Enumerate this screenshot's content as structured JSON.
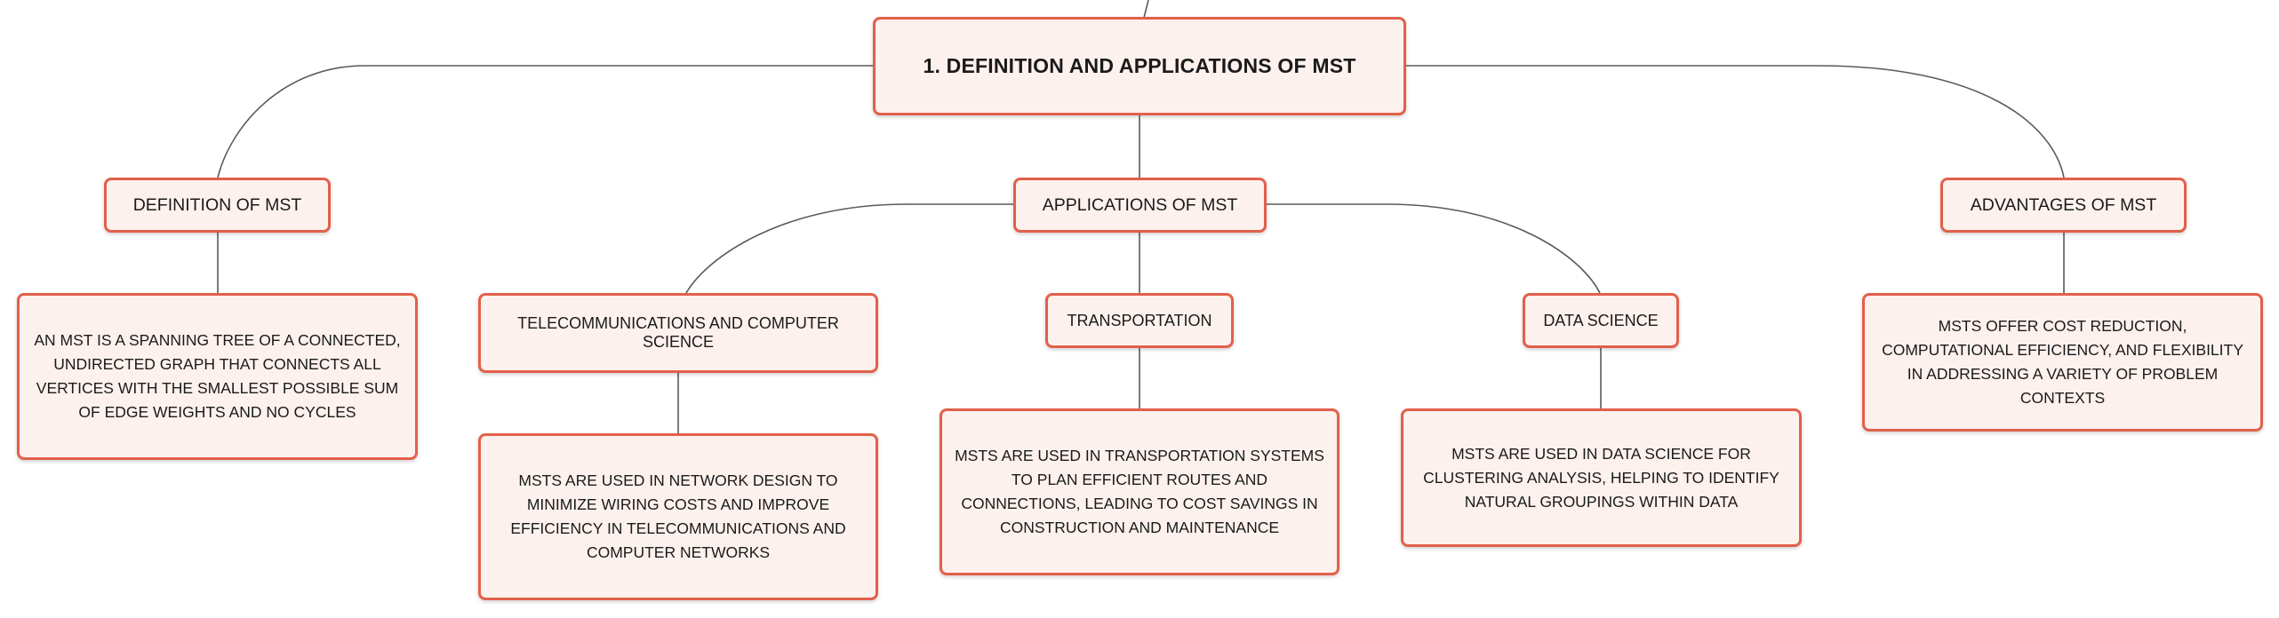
{
  "root": {
    "title": "1. DEFINITION AND APPLICATIONS OF MST"
  },
  "branches": {
    "definition": {
      "label": "DEFINITION OF MST",
      "description": "AN MST IS A SPANNING TREE OF A CONNECTED, UNDIRECTED GRAPH THAT CONNECTS ALL VERTICES WITH THE SMALLEST POSSIBLE SUM OF EDGE WEIGHTS AND NO CYCLES"
    },
    "applications": {
      "label": "APPLICATIONS OF MST",
      "children": {
        "telecom": {
          "label": "TELECOMMUNICATIONS AND COMPUTER SCIENCE",
          "description": "MSTS ARE USED IN NETWORK DESIGN TO MINIMIZE WIRING COSTS AND IMPROVE EFFICIENCY IN TELECOMMUNICATIONS AND COMPUTER NETWORKS"
        },
        "transportation": {
          "label": "TRANSPORTATION",
          "description": "MSTS ARE USED IN TRANSPORTATION SYSTEMS TO PLAN EFFICIENT ROUTES AND CONNECTIONS, LEADING TO COST SAVINGS IN CONSTRUCTION AND MAINTENANCE"
        },
        "data_science": {
          "label": "DATA SCIENCE",
          "description": "MSTS ARE USED IN DATA SCIENCE FOR CLUSTERING ANALYSIS, HELPING TO IDENTIFY NATURAL GROUPINGS WITHIN DATA"
        }
      }
    },
    "advantages": {
      "label": "ADVANTAGES OF MST",
      "description": "MSTS OFFER COST REDUCTION, COMPUTATIONAL EFFICIENCY, AND FLEXIBILITY IN ADDRESSING A VARIETY OF PROBLEM CONTEXTS"
    }
  },
  "colors": {
    "node_border": "#e2604a",
    "node_fill": "#fdf1ee",
    "connector": "#5a5a5a",
    "text": "#1a1a1a"
  }
}
